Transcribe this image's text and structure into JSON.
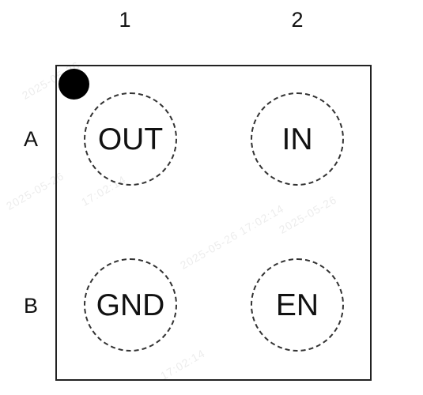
{
  "columns": [
    "1",
    "2"
  ],
  "rows": [
    "A",
    "B"
  ],
  "pins": [
    {
      "row": "A",
      "col": "1",
      "label": "OUT"
    },
    {
      "row": "A",
      "col": "2",
      "label": "IN"
    },
    {
      "row": "B",
      "col": "1",
      "label": "GND"
    },
    {
      "row": "B",
      "col": "2",
      "label": "EN"
    }
  ],
  "watermarks": [
    "2025-05-26",
    "17:02:14",
    "2025-05-26 17:02:14",
    "2025-05-26",
    "17:02:14",
    "2025-05-26"
  ]
}
